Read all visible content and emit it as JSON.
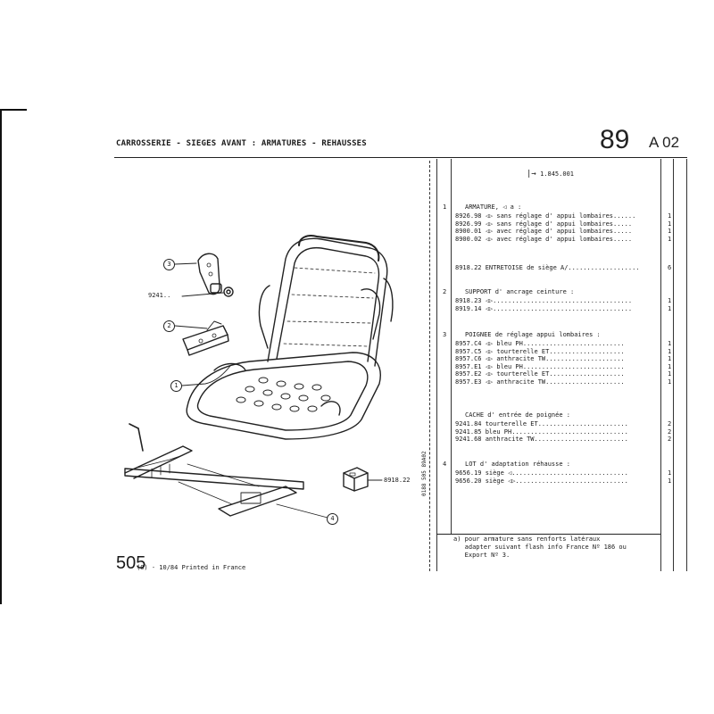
{
  "header": {
    "title": "CARROSSERIE - SIEGES AVANT : ARMATURES - REHAUSSES",
    "page_number": "89",
    "page_ref": "A 02"
  },
  "footer": {
    "code": "505",
    "printed": "(0) - 10/84 Printed in France",
    "side_code": "0188 505 89A02"
  },
  "serial": {
    "arrow": "|→",
    "value": "1.845.001"
  },
  "callouts": [
    {
      "num": "3",
      "label": ""
    },
    {
      "num": "2",
      "label": ""
    },
    {
      "num": "1",
      "label": ""
    },
    {
      "num": "4",
      "label": ""
    }
  ],
  "callout_labels": {
    "part_9241": "9241..",
    "part_8918": "8918.22"
  },
  "sections": [
    {
      "num": "1",
      "heading": "ARMATURE, ◁ a :",
      "lines": [
        {
          "text": "8926.98 ◁▷ sans réglage d' appui lombaires......",
          "qty": "1"
        },
        {
          "text": "8926.99 ◁▷ sans réglage d' appui lombaires.....",
          "qty": "1"
        },
        {
          "text": "8900.01 ◁▷ avec réglage d' appui lombaires.....",
          "qty": "1"
        },
        {
          "text": "8900.02 ◁▷ avec réglage d' appui lombaires.....",
          "qty": "1"
        }
      ]
    },
    {
      "num": "",
      "heading": "",
      "lines": [
        {
          "text": "8918.22 ENTRETOISE de siège A/...................",
          "qty": "6"
        }
      ]
    },
    {
      "num": "2",
      "heading": "SUPPORT d' ancrage ceinture :",
      "lines": [
        {
          "text": "8918.23 ◁▷.....................................",
          "qty": "1"
        },
        {
          "text": "8919.14 ◁▷.....................................",
          "qty": "1"
        }
      ]
    },
    {
      "num": "3",
      "heading": "POIGNEE de réglage appui lombaires :",
      "lines": [
        {
          "text": "8957.C4 ◁▷ bleu PH...........................",
          "qty": "1"
        },
        {
          "text": "8957.C5 ◁▷ tourterelle ET....................",
          "qty": "1"
        },
        {
          "text": "8957.C6 ◁▷ anthracite TW.....................",
          "qty": "1"
        },
        {
          "text": "8957.E1 ◁▷ bleu PH...........................",
          "qty": "1"
        },
        {
          "text": "8957.E2 ◁▷ tourterelle ET....................",
          "qty": "1"
        },
        {
          "text": "8957.E3 ◁▷ anthracite TW.....................",
          "qty": "1"
        }
      ]
    },
    {
      "num": "",
      "heading": "CACHE d' entrée de poignée :",
      "lines": [
        {
          "text": "9241.84 tourterelle ET........................",
          "qty": "2"
        },
        {
          "text": "9241.85 bleu PH...............................",
          "qty": "2"
        },
        {
          "text": "9241.68 anthracite TW.........................",
          "qty": "2"
        }
      ]
    },
    {
      "num": "4",
      "heading": "LOT d' adaptation réhausse :",
      "lines": [
        {
          "text": "9656.19 siège ◁...............................",
          "qty": "1"
        },
        {
          "text": "9656.20 siège ◁▷..............................",
          "qty": "1"
        }
      ]
    }
  ],
  "note": "a) pour armature sans renforts latéraux\n   adapter suivant flash info France Nº 186 ou\n   Export Nº 3."
}
